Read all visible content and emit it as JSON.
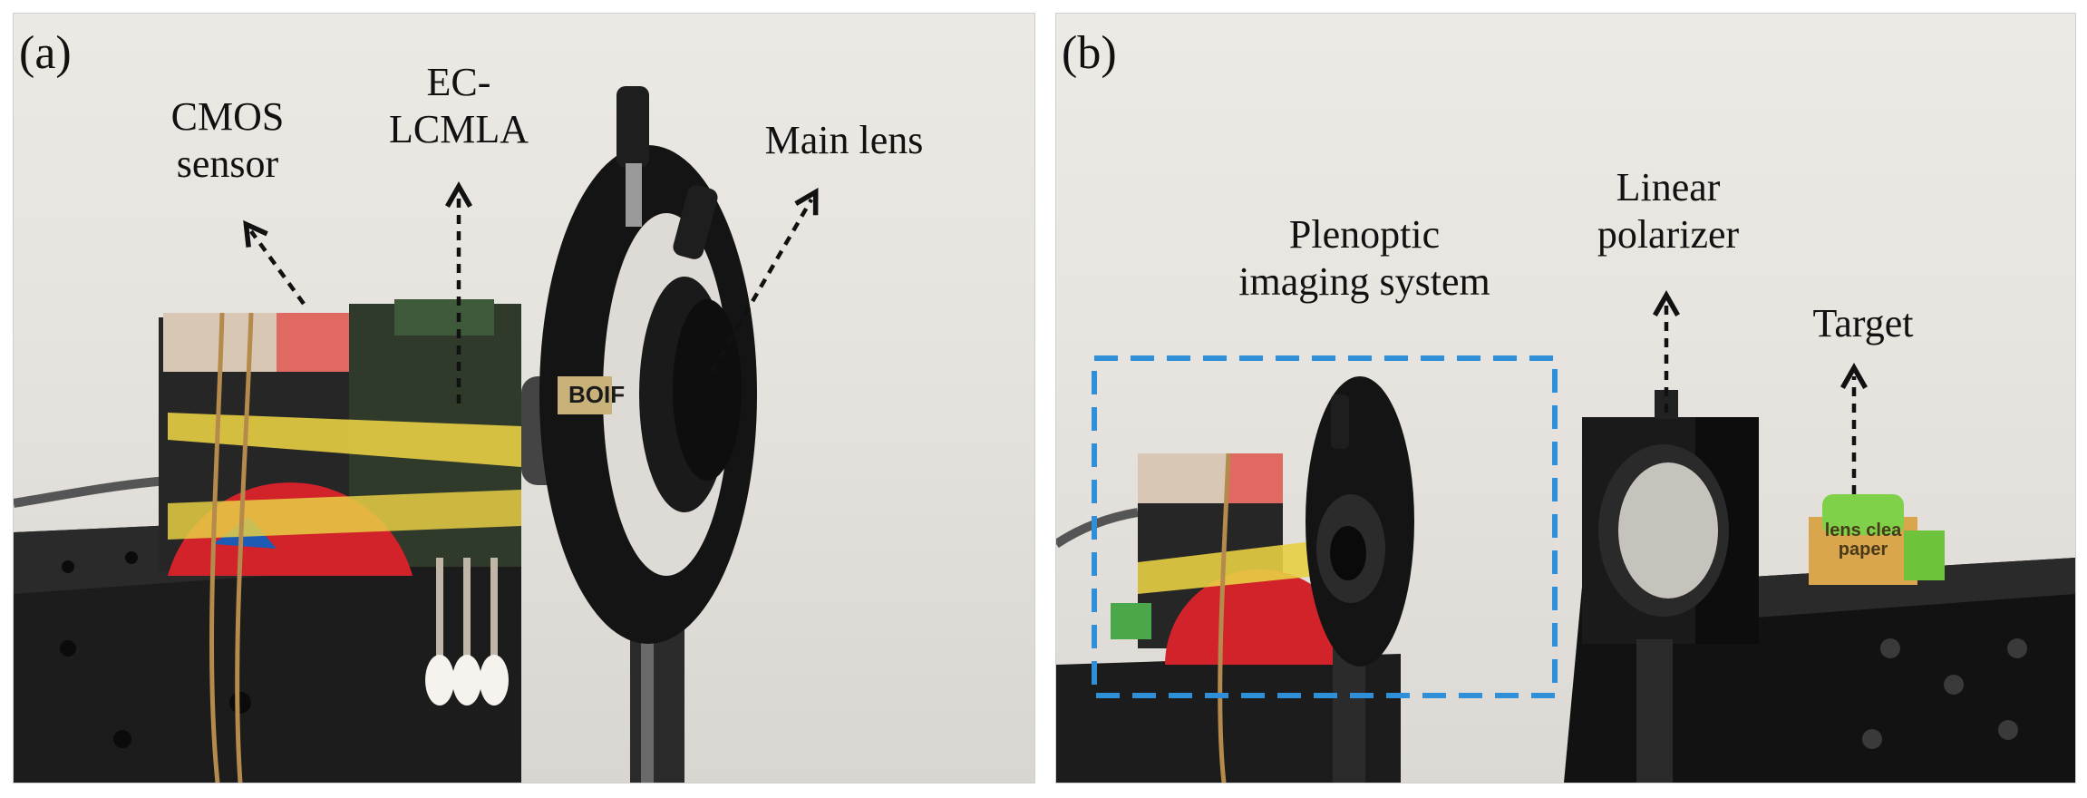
{
  "panel_a": {
    "tag": "(a)",
    "cmos_label": [
      "CMOS",
      "sensor"
    ],
    "eclcmla_label": [
      "EC-",
      "LCMLA"
    ],
    "main_lens_label": "Main lens",
    "brand_logo_text": "BOIF"
  },
  "panel_b": {
    "tag": "(b)",
    "plenoptic_label": [
      "Plenoptic",
      "imaging system"
    ],
    "polarizer_label": [
      "Linear",
      "polarizer"
    ],
    "target_label": "Target",
    "target_sign_text": [
      "lens clea",
      "paper"
    ]
  },
  "colors": {
    "dashed_box": "#2f8fd8",
    "tape_yellow": "#e8cf44",
    "target_green": "#7fd14a",
    "optics_black": "#151515"
  }
}
